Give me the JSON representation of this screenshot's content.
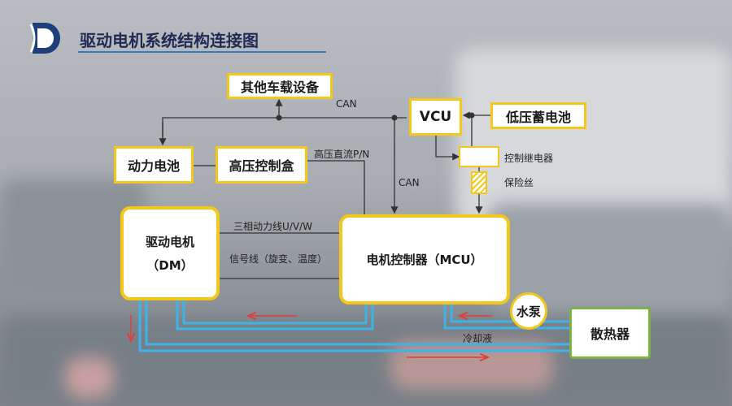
{
  "title": "驱动电机系统结构连接图",
  "colors": {
    "box_border": "#f4c81a",
    "radiator_border": "#7cb342",
    "wire": "#333333",
    "coolant": "#3db3e8",
    "flow_arrow": "#d9403a",
    "title_line": "#3a78c4"
  },
  "nodes": {
    "other_devices": "其他车载设备",
    "vcu": "VCU",
    "lv_battery": "低压蓄电池",
    "battery": "动力电池",
    "hv_box": "高压控制盒",
    "motor_line1": "驱动电机",
    "motor_line2": "（DM）",
    "mcu": "电机控制器（MCU）",
    "pump": "水泵",
    "radiator": "散热器"
  },
  "labels": {
    "can_top": "CAN",
    "can_mid": "CAN",
    "hv_dc": "高压直流P/N",
    "relay": "控制继电器",
    "fuse": "保险丝",
    "three_phase": "三相动力线U/V/W",
    "signal": "信号线（旋变、温度）",
    "coolant": "冷却液"
  }
}
